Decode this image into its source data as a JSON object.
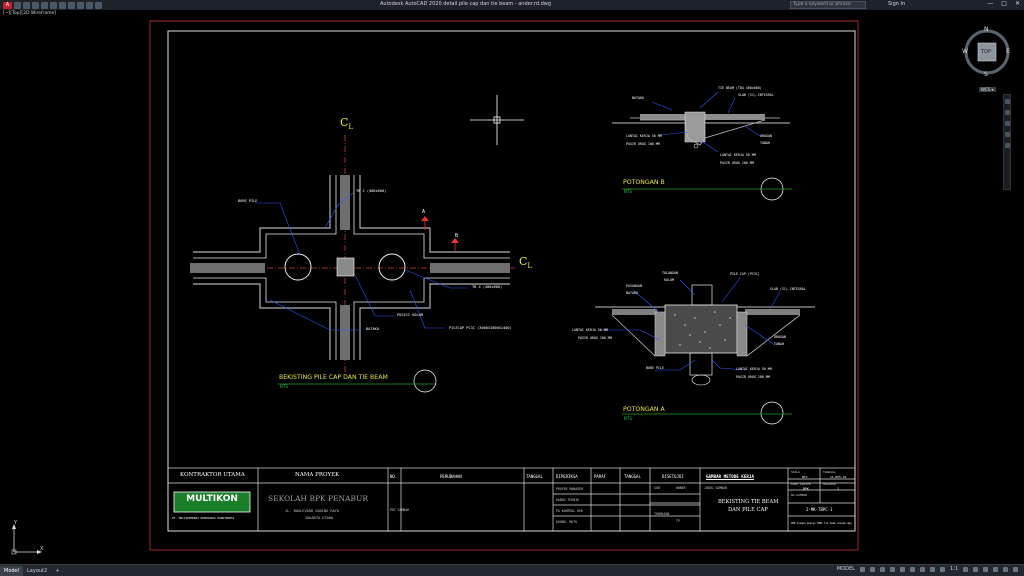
{
  "window": {
    "app_logo": "A",
    "title": "Autodesk AutoCAD 2020   detail pile cap dan tie beam - ander.rd.dwg",
    "search_placeholder": "Type a keyword or phrase",
    "sign_in": "Sign In",
    "minimize": "—",
    "maximize": "□",
    "close": "✕"
  },
  "viewport_label": "[−][Top][2D Wireframe]",
  "viewcube": {
    "top": "TOP",
    "n": "N",
    "s": "S",
    "e": "E",
    "w": "W",
    "wcs": "WCS ▾"
  },
  "ucs": {
    "x": "X",
    "y": "Y"
  },
  "status": {
    "tabs": [
      "Model",
      "Layout2",
      "+"
    ],
    "model_btn": "MODEL",
    "scale": "1:1"
  },
  "drawing": {
    "cl": "C",
    "cl_sub": "L",
    "plan_title": "BEKISTING PILE CAP DAN TIE BEAM",
    "plan_nts": "NTS",
    "sec_b_title": "POTONGAN B",
    "sec_b_nts": "NTS",
    "sec_a_title": "POTONGAN A",
    "sec_a_nts": "NTS",
    "marker_a": "A",
    "marker_b": "B",
    "labels": {
      "tb2": "TB 2 (400x600)",
      "bore_pile": "BORE PILE",
      "tb4": "TB 4 (400x600)",
      "posisi_kolom": "POSISI KOLOM",
      "batako": "BATAKO",
      "pilecap": "PILECAP PC3C (3000X3000X1400)",
      "b_batako": "BATAKO",
      "b_tiebeam": "TIE BEAM (TB4 400x600)",
      "b_slab": "SLAB (S1)-INTEGRAL",
      "b_lantai1": "LANTAI KERJA 50 MM",
      "b_pasir1": "PASIR URUG 100 MM",
      "b_urugan": "URUGAN",
      "b_tanah": "TANAH",
      "b_lantai2": "LANTAI KERJA 50 MM",
      "b_pasir2": "PASIR URUG 100 MM",
      "a_tulangan": "TULANGAN",
      "a_kolom": "KOLOM",
      "a_pile_cap": "PILE CAP (PC3C)",
      "a_pasangan": "PASANGAN",
      "a_batako": "BATAKO",
      "a_slab": "SLAB (S1)-INTEGRAL",
      "a_lantai1": "LANTAI KERJA 50 MM",
      "a_pasir1": "PASIR URUG 100 MM",
      "a_urugan": "URUGAN",
      "a_tanah": "TANAH",
      "a_bore": "BORE PILE",
      "a_lantai2": "LANTAI KERJA 50 MM",
      "a_pasir2": "PASIR URUG 100 MM"
    }
  },
  "title_block": {
    "kontraktor": "KONTRAKTOR UTAMA",
    "company_logo": "MULTIKON",
    "company_name": "PT. MULTIDIMENSI KONTRAKSI KONSTRUKSI",
    "nama_proyek": "NAMA PROYEK",
    "project": "SEKOLAH BPK PENABUR",
    "address1": "JL. BOULEVARD GADING RAYA",
    "address2": "JAKARTA UTARA",
    "no": "NO.",
    "perubahan": "PERUBAHAN",
    "tanggal": "TANGGAL",
    "diperiksa": "DIPERIKSA",
    "paraf": "PARAF",
    "tanggal2": "TANGGAL",
    "disetujui": "DISETUJUI",
    "gambar_metode": "GAMBAR METODE KERJA",
    "pot_gambar": "POT GAMBAR",
    "proyek_manager": "PROYEK MANAGER",
    "kabag_teknik": "KABAG TEKNIK",
    "pa_kontrol": "PA KONTROL KEK",
    "koord_mutu": "KOORD. MUTU",
    "sub": "SUB",
    "owner": "OWNER",
    "judul_gambar": "JUDUL GAMBAR",
    "thomasan": "THOMASAN",
    "ttd": "TP",
    "judul1": "BEKISTING TIE BEAM",
    "judul2": "DAN PILE CAP",
    "skala": "SKALA",
    "skala_val": "NTS",
    "tanggal3": "TANGGAL",
    "tanggal_val": "11-DES-19",
    "kode_proyek": "KODE PROYEK",
    "kode_val": "BPK",
    "halaman": "HALAMAN",
    "halaman_val": "1",
    "no_gambar": "NO.GAMBAR",
    "no_gambar_val": "2-MK-TBPC-1",
    "catatan": "GPM Joseph design TBPC Tie beam Joseph.dwg"
  }
}
